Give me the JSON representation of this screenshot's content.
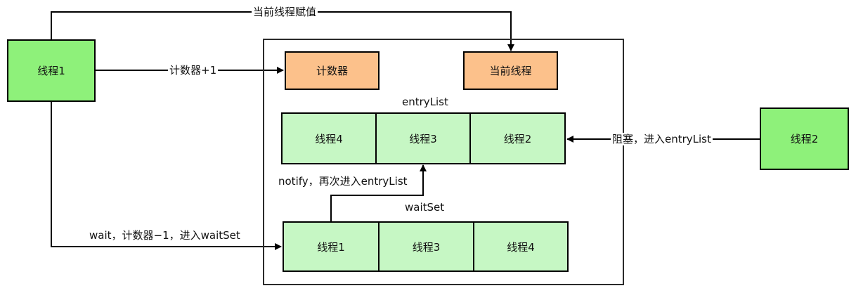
{
  "colors": {
    "outer_thread_fill": "#8ef17a",
    "orange_fill": "#fcc18b",
    "cell_fill": "#c6f7c4",
    "stroke": "#000000"
  },
  "nodes": {
    "thread1": "线程1",
    "thread2": "线程2",
    "counter": "计数器",
    "current_thread": "当前线程",
    "entry_list": {
      "title": "entryList",
      "cells": [
        "线程4",
        "线程3",
        "线程2"
      ]
    },
    "wait_set": {
      "title": "waitSet",
      "cells": [
        "线程1",
        "线程3",
        "线程4"
      ]
    }
  },
  "edges": {
    "assign_current": "当前线程赋值",
    "counter_inc": "计数器+1",
    "block_entry": "阻塞，进入entryList",
    "notify_reenter": "notify，再次进入entryList",
    "wait_enter": "wait，计数器−1，进入waitSet"
  }
}
